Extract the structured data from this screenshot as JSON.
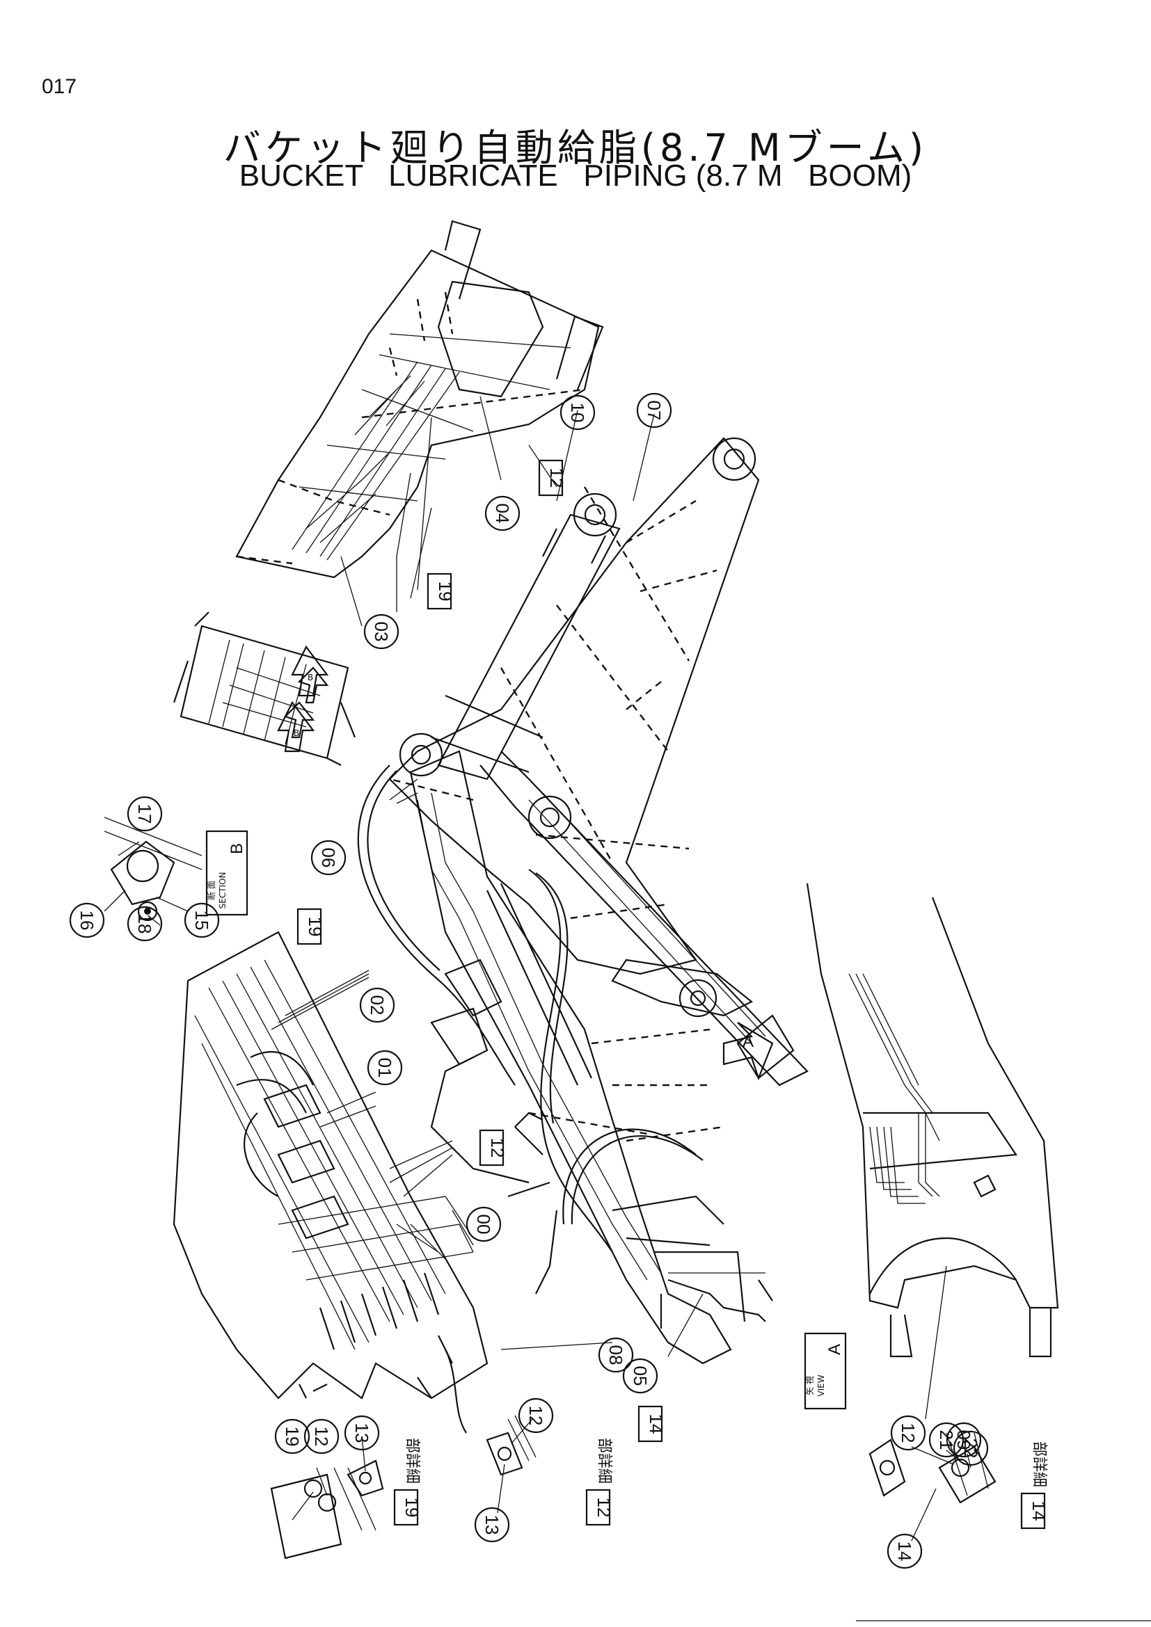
{
  "page": {
    "number": "017"
  },
  "title": {
    "japanese": "バケット廻り自動給脂(8.7 Mブーム)",
    "english": "BUCKET   LUBRICATE   PIPING (8.7 M   BOOM)"
  },
  "part_callouts": [
    "00",
    "01",
    "02",
    "03",
    "04",
    "05",
    "06",
    "07",
    "08",
    "09",
    "10",
    "12",
    "13",
    "14",
    "15",
    "16",
    "17",
    "18",
    "19",
    "21",
    "22"
  ],
  "boxed_references": [
    "12",
    "19",
    "14"
  ],
  "view_markers": {
    "section_b": {
      "jp": "断 面",
      "en": "SECTION",
      "letter": "B"
    },
    "view_a": {
      "jp": "矢 視",
      "en": "VIEW",
      "letter": "A"
    },
    "arrow_a": "A",
    "arrow_b": "B"
  },
  "detail_labels": {
    "suffix": "部詳細",
    "detail_19": "19",
    "detail_12": "12",
    "detail_14": "14"
  }
}
